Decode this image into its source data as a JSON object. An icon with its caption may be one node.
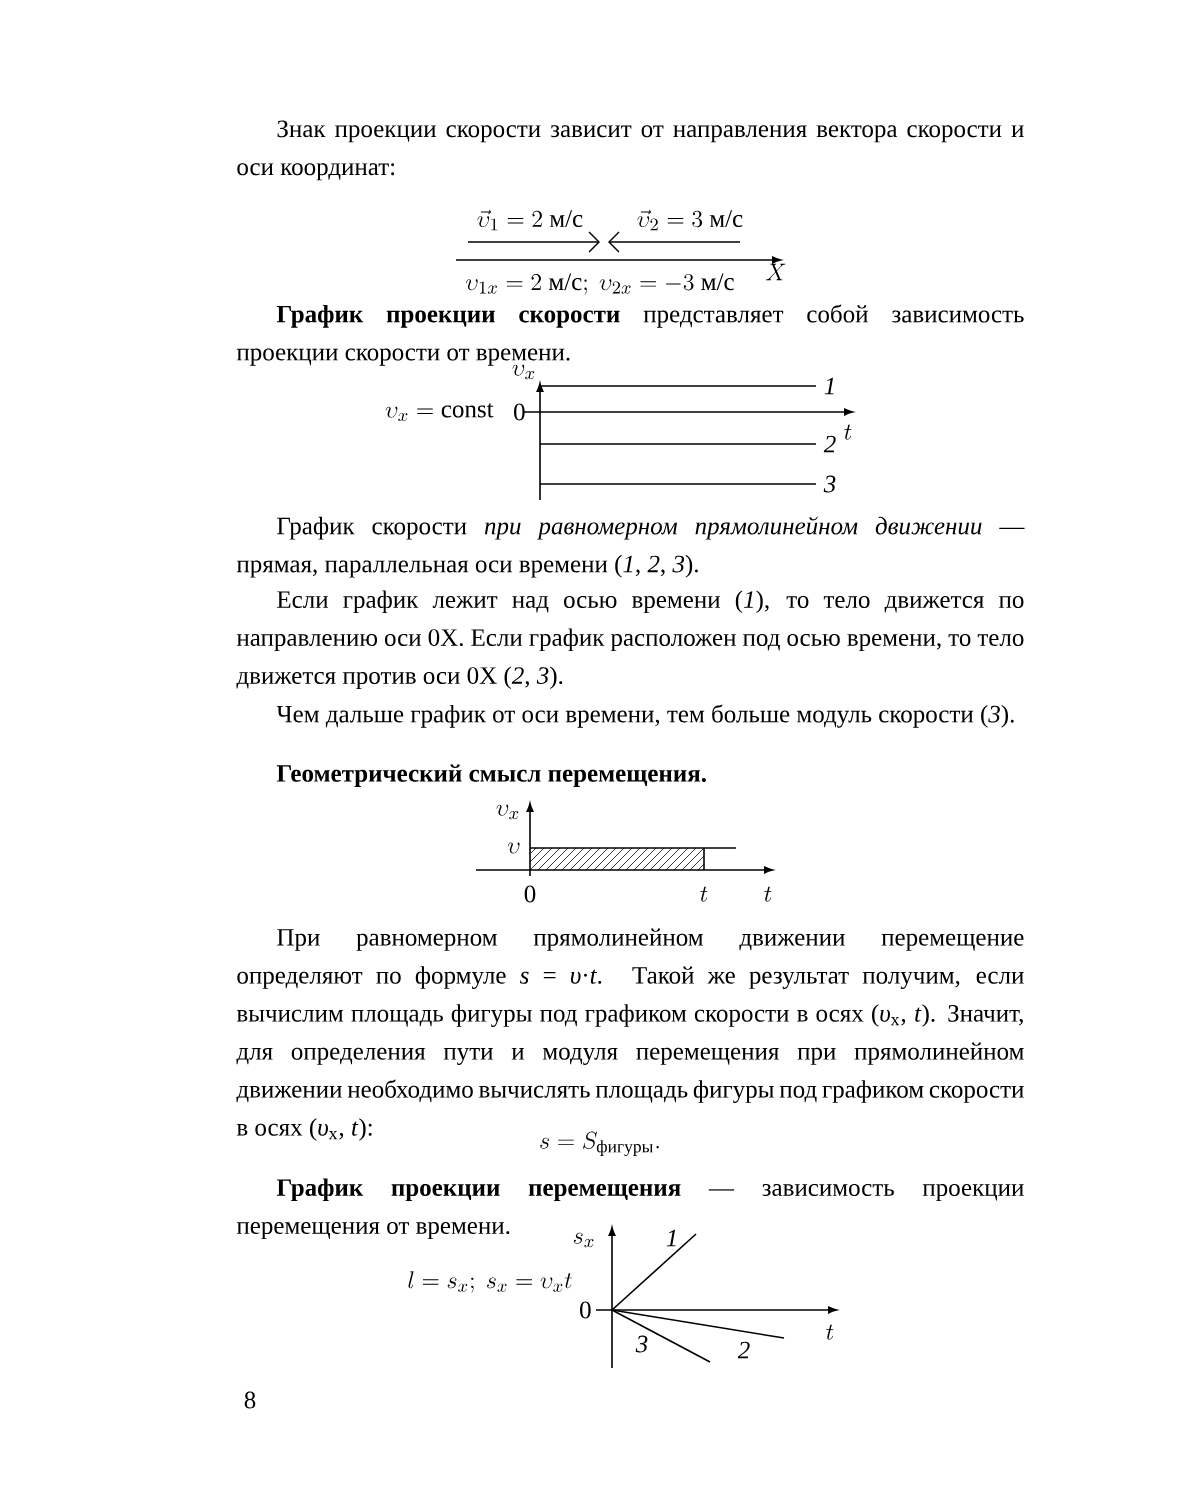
{
  "diagram": {
    "labels": [
      "Знак проекции скорости зависит от направления вектора скорости и оси координат:",
      "\\vec{\\upsilon}_1 = 2\\ \\text{м/с}",
      "\\vec{\\upsilon}_2 = 3\\ \\text{м/с}",
      "\\upsilon_{1x} = 2\\ \\text{м/с};\\ \\upsilon_{2x} = -3\\ \\text{м/с}",
      "X",
      "**График проекции скорости** представляет собой зависимость проекции скорости от времени.",
      "\\upsilon_x",
      "1",
      "\\upsilon_x = \\text{const}",
      "0",
      "t",
      "2",
      "3",
      "График скорости *при равномерном прямолинейном движении* — прямая, параллельная оси времени (*1*, *2*, *3*).",
      "Если график лежит над осью времени (*1*), то тело движется по направлению оси 0X. Если график расположен под осью времени, то тело движется против оси 0X (*2*, *3*).",
      "Чем дальше график от оси времени, тем больше модуль скорости (*3*).",
      "Геометрический смысл перемещения.",
      "\\upsilon_x",
      "\\upsilon",
      "0",
      "t",
      "t",
      "При равномерном прямолинейном движении перемещение определяют по формуле *s* = *υ*·*t*. Такой же результат получим, если вычислим площадь фигуры под графиком скорости в осях (*υ*$_{x}$, *t*). Значит, для определения пути и модуля перемещения при прямолинейном движении необходимо вычислять площадь фигуры под графиком скорости в осях (*υ*$_{x}$, *t*):",
      "s = S_{\\text{фигуры}}.",
      "**График проекции перемещения** — зависимость проекции перемещения от времени.",
      "s_x",
      "1",
      "l = s_x;\\ s_x = \\upsilon_x t",
      "0",
      "t",
      "3",
      "2",
      "8"
    ]
  }
}
